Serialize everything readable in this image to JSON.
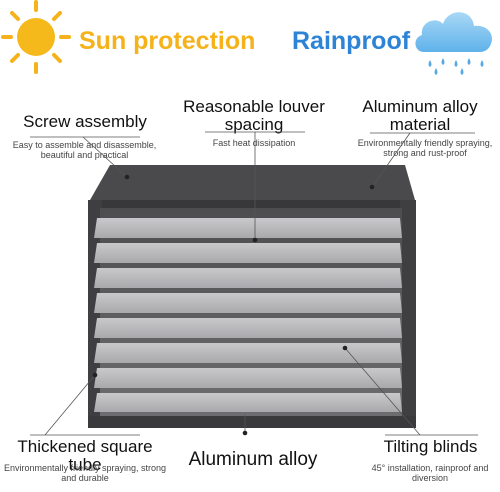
{
  "top": {
    "sun_label": "Sun protection",
    "rain_label": "Rainproof",
    "sun_color": "#f5b21b",
    "rain_color": "#2d83d6"
  },
  "features": {
    "screw": {
      "title": "Screw assembly",
      "desc": "Easy to assemble and disassemble, beautiful and practical"
    },
    "louver": {
      "title": "Reasonable louver spacing",
      "desc": "Fast heat dissipation"
    },
    "alloy_material": {
      "title": "Aluminum alloy material",
      "desc": "Environmentally friendly spraying, strong and rust-proof"
    },
    "tube": {
      "title": "Thickened square tube",
      "desc": "Environmentally friendly spraying, strong and durable"
    },
    "alloy": {
      "title": "Aluminum alloy"
    },
    "blinds": {
      "title": "Tilting blinds",
      "desc": "45° installation, rainproof and diversion"
    }
  }
}
